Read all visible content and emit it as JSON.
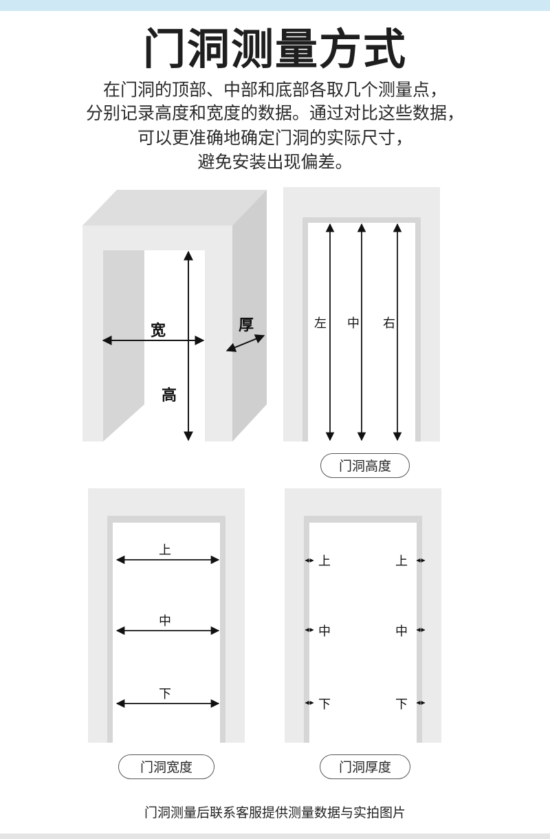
{
  "title": "门洞测量方式",
  "description": [
    "在门洞的顶部、中部和底部各取几个测量点，",
    "分别记录高度和宽度的数据。通过对比这些数据，",
    "可以更准确地确定门洞的实际尺寸，",
    "避免安装出现偏差。"
  ],
  "overview": {
    "width_label": "宽",
    "height_label": "高",
    "depth_label": "厚"
  },
  "height_panel": {
    "left": "左",
    "middle": "中",
    "right": "右",
    "caption": "门洞高度"
  },
  "width_panel": {
    "top": "上",
    "middle": "中",
    "bottom": "下",
    "caption": "门洞宽度"
  },
  "thickness_panel": {
    "top": "上",
    "middle": "中",
    "bottom": "下",
    "caption": "门洞厚度"
  },
  "footer": "门洞测量后联系客服提供测量数据与实拍图片",
  "colors": {
    "wall_front": "#ebebeb",
    "wall_top": "#dedede",
    "wall_side": "#cfcfcf",
    "reveal": "#d6d6d6",
    "arrow": "#111111",
    "accent_bar": "#cfe8f6"
  }
}
